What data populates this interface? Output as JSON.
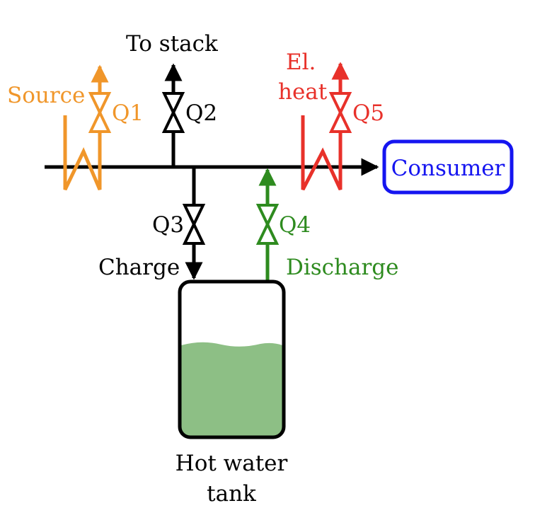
{
  "colors": {
    "source": "#f0962a",
    "el_heat": "#e8312a",
    "discharge": "#2e8b1f",
    "consumer": "#1515f0",
    "line": "#000000",
    "water": "#8dbf85"
  },
  "labels": {
    "to_stack": "To stack",
    "source": "Source",
    "el_line1": "El.",
    "el_line2": "heat",
    "consumer": "Consumer",
    "charge": "Charge",
    "discharge": "Discharge",
    "tank_line1": "Hot water",
    "tank_line2": "tank"
  },
  "valves": {
    "q1": "Q1",
    "q2": "Q2",
    "q3": "Q3",
    "q4": "Q4",
    "q5": "Q5"
  }
}
